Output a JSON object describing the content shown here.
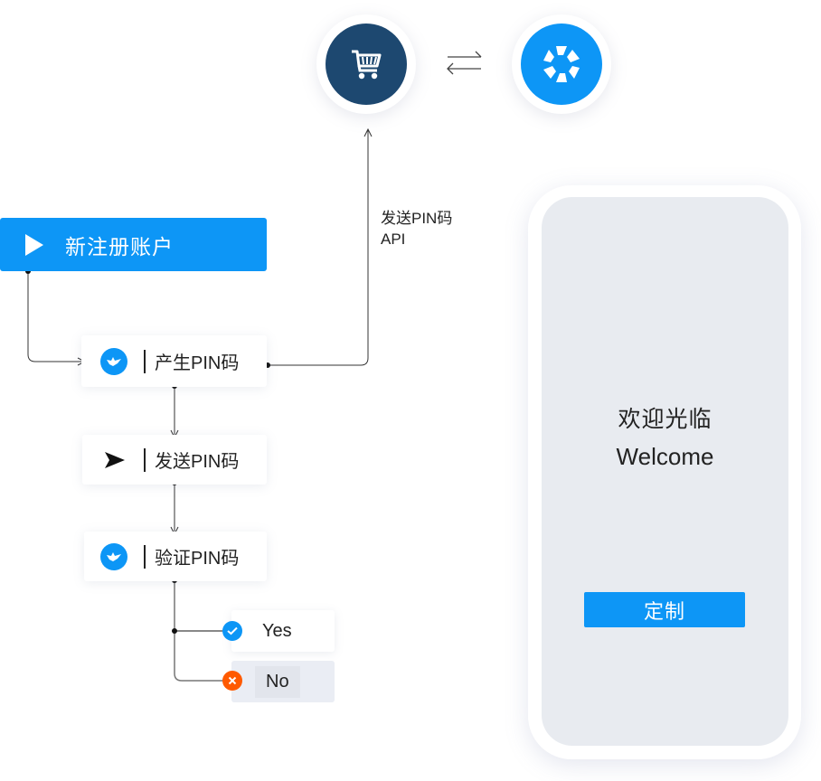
{
  "integration": {
    "left_icon": "shopping-cart-icon",
    "left_color": "#1d4870",
    "exchange_icon": "bidirectional-arrows-icon",
    "right_icon": "aperture-logo-icon",
    "right_color": "#0d96f6"
  },
  "api_label": {
    "line1": "发送PIN码",
    "line2": "API"
  },
  "flow": {
    "start": {
      "label": "新注册账户",
      "icon": "play-icon",
      "color": "#0d96f6"
    },
    "steps": [
      {
        "label": "产生PIN码",
        "icon": "bird-icon"
      },
      {
        "label": "发送PIN码",
        "icon": "send-icon"
      },
      {
        "label": "验证PIN码",
        "icon": "bird-icon"
      }
    ],
    "outcomes": [
      {
        "label": "Yes",
        "icon": "check-icon",
        "color": "#0d96f6"
      },
      {
        "label": "No",
        "icon": "x-icon",
        "color": "#ff5a00"
      }
    ]
  },
  "phone": {
    "title_cn": "欢迎光临",
    "title_en": "Welcome",
    "button_label": "定制",
    "button_color": "#0d96f6"
  }
}
